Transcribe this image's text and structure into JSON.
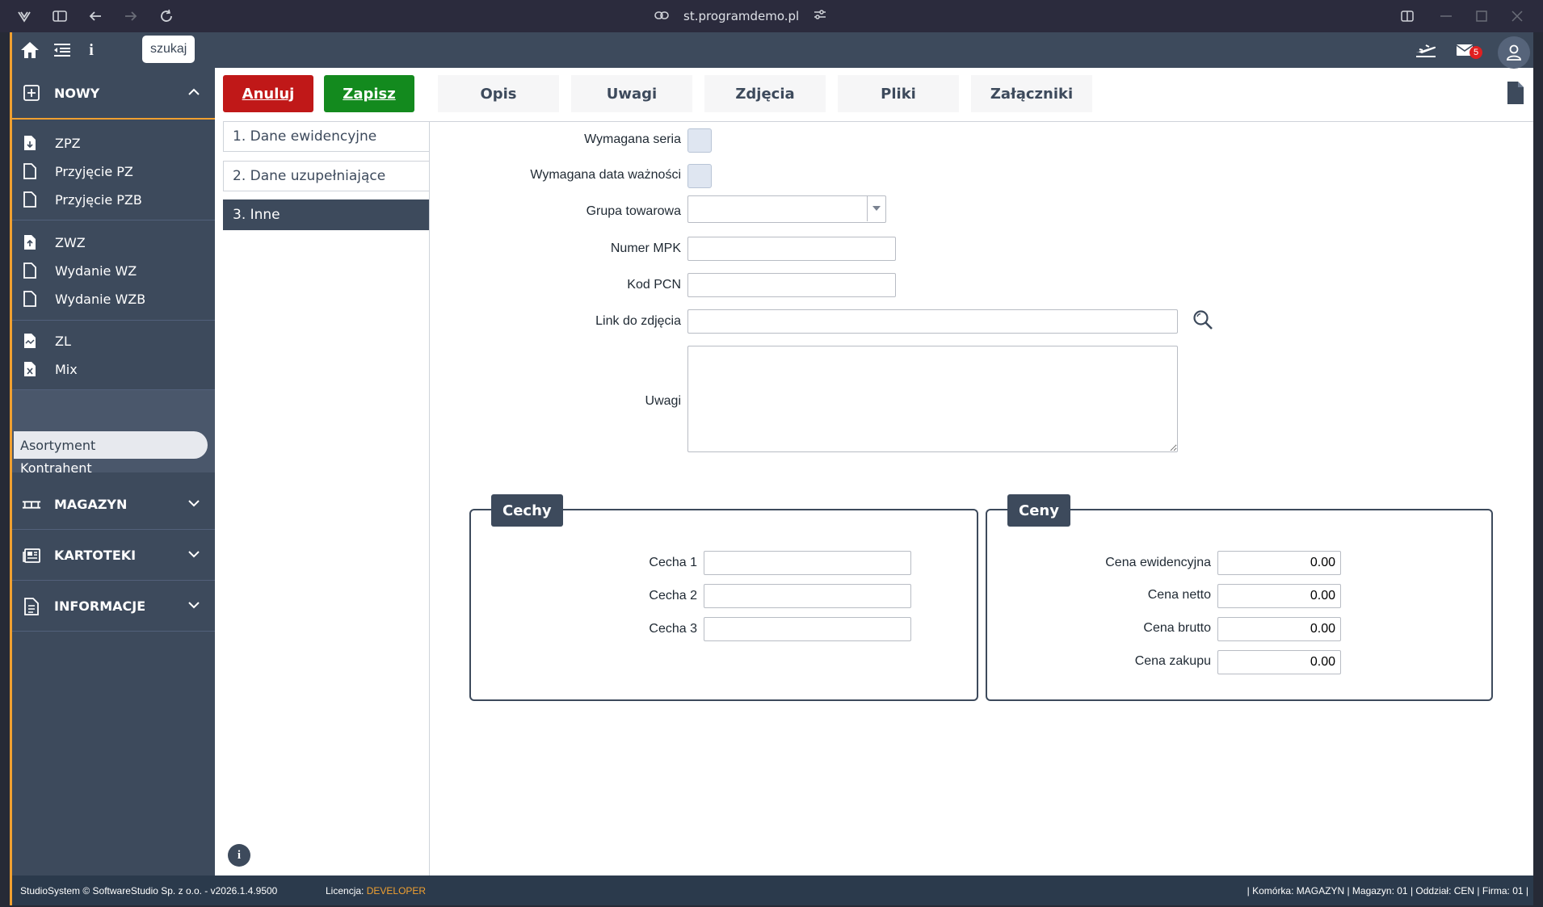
{
  "browser": {
    "url": "st.programdemo.pl"
  },
  "topbar": {
    "search_label": "szukaj",
    "mail_count": "5"
  },
  "sidebar": {
    "nowy": {
      "label": "NOWY",
      "groups": [
        [
          "ZPZ",
          "Przyjęcie PZ",
          "Przyjęcie PZB"
        ],
        [
          "ZWZ",
          "Wydanie WZ",
          "Wydanie WZB"
        ],
        [
          "ZL",
          "Mix"
        ]
      ],
      "sub": [
        "Asortyment",
        "Kontrahent"
      ]
    },
    "sections": [
      "MAGAZYN",
      "KARTOTEKI",
      "INFORMACJE"
    ]
  },
  "toolbar": {
    "cancel": "Anuluj",
    "save": "Zapisz",
    "tabs": [
      "Opis",
      "Uwagi",
      "Zdjęcia",
      "Pliki",
      "Załączniki"
    ]
  },
  "form_sections": [
    "1. Dane ewidencyjne",
    "2. Dane uzupełniające",
    "3. Inne"
  ],
  "form": {
    "wymagana_seria": "Wymagana seria",
    "wymagana_data": "Wymagana data ważności",
    "grupa": "Grupa towarowa",
    "mpk": "Numer MPK",
    "pcn": "Kod PCN",
    "link": "Link do zdjęcia",
    "uwagi": "Uwagi"
  },
  "cechy": {
    "title": "Cechy",
    "labels": [
      "Cecha 1",
      "Cecha 2",
      "Cecha 3"
    ]
  },
  "ceny": {
    "title": "Ceny",
    "labels": [
      "Cena ewidencyjna",
      "Cena netto",
      "Cena brutto",
      "Cena zakupu"
    ],
    "values": [
      "0.00",
      "0.00",
      "0.00",
      "0.00"
    ]
  },
  "status": {
    "copyright": "StudioSystem © SoftwareStudio Sp. z o.o. - v2026.1.4.9500",
    "license_label": "Licencja:",
    "license_value": "DEVELOPER",
    "right": "| Komórka: MAGAZYN | Magazyn: 01 | Oddział: CEN | Firma: 01 |"
  }
}
